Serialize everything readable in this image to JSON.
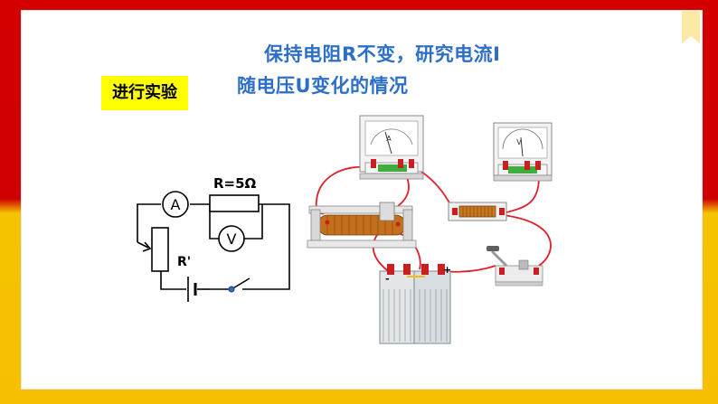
{
  "title": {
    "line1": "保持电阻R不变，研究电流I",
    "line2": "随电压U变化的情况"
  },
  "tag": {
    "label": "进行实验"
  },
  "diagram": {
    "resistor_label": "R=5Ω",
    "ammeter_symbol": "A",
    "voltmeter_symbol": "V",
    "rheostat_label": "R'"
  },
  "apparatus": {
    "ammeter_symbol": "A",
    "voltmeter_symbol": "V",
    "battery_minus": "-",
    "battery_plus": "+"
  },
  "colors": {
    "title": "#2d6fc8",
    "tag_bg": "#ffff00",
    "frame_red": "#d40000",
    "frame_yellow": "#f6c000",
    "wire": "#e0202a"
  }
}
